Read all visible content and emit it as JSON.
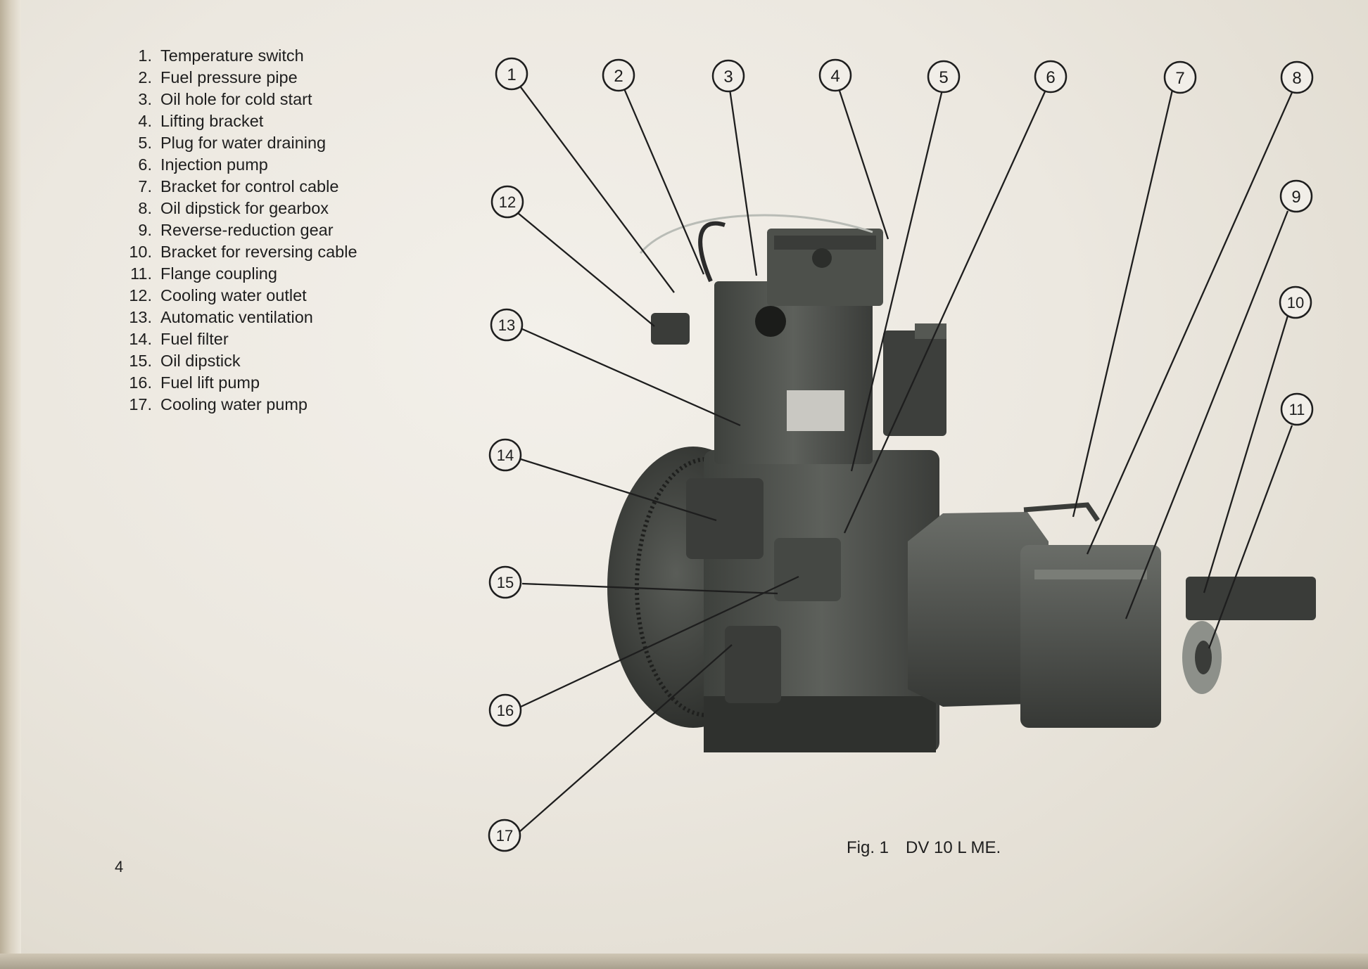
{
  "legend": [
    {
      "num": "1.",
      "label": "Temperature switch"
    },
    {
      "num": "2.",
      "label": "Fuel pressure pipe"
    },
    {
      "num": "3.",
      "label": "Oil hole for cold start"
    },
    {
      "num": "4.",
      "label": "Lifting bracket"
    },
    {
      "num": "5.",
      "label": "Plug for water draining"
    },
    {
      "num": "6.",
      "label": "Injection pump"
    },
    {
      "num": "7.",
      "label": "Bracket for control cable"
    },
    {
      "num": "8.",
      "label": "Oil dipstick for gearbox"
    },
    {
      "num": "9.",
      "label": "Reverse-reduction gear"
    },
    {
      "num": "10.",
      "label": "Bracket for reversing cable"
    },
    {
      "num": "11.",
      "label": "Flange coupling"
    },
    {
      "num": "12.",
      "label": "Cooling water outlet"
    },
    {
      "num": "13.",
      "label": "Automatic ventilation"
    },
    {
      "num": "14.",
      "label": "Fuel filter"
    },
    {
      "num": "15.",
      "label": "Oil dipstick"
    },
    {
      "num": "16.",
      "label": "Fuel lift pump"
    },
    {
      "num": "17.",
      "label": "Cooling water pump"
    }
  ],
  "callouts": [
    "1",
    "2",
    "3",
    "4",
    "5",
    "6",
    "7",
    "8",
    "9",
    "10",
    "11",
    "12",
    "13",
    "14",
    "15",
    "16",
    "17"
  ],
  "caption": {
    "fig": "Fig. 1",
    "model": "DV 10 L ME."
  },
  "page_number": "4",
  "colors": {
    "paper": "#ece8e0",
    "ink": "#1e1e1e",
    "engine": "#4b4e4a"
  }
}
